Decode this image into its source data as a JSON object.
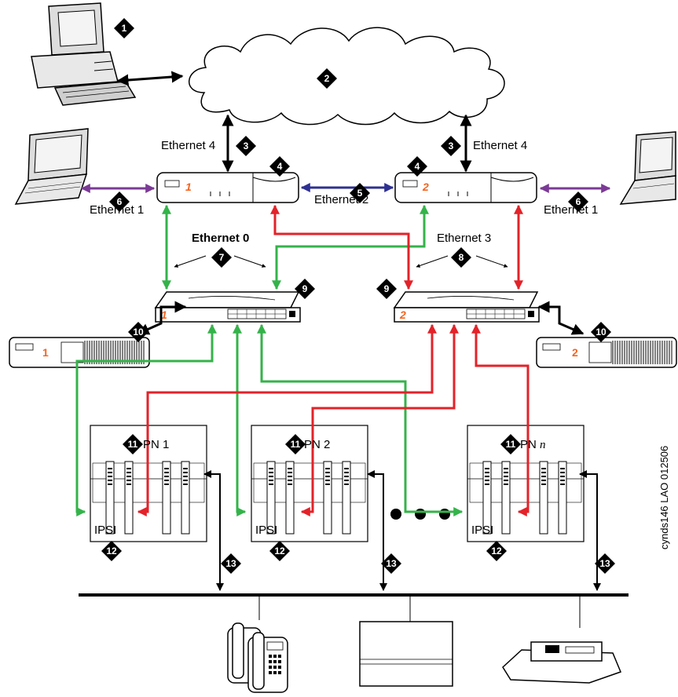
{
  "colors": {
    "green": "#34b34a",
    "red": "#e32229",
    "blue": "#2e3192",
    "purple": "#7b3a96",
    "orange": "#f26522",
    "black": "#000000"
  },
  "labels": {
    "ethernet4_left": "Ethernet 4",
    "ethernet4_right": "Ethernet 4",
    "ethernet1_left": "Ethernet 1",
    "ethernet1_right": "Ethernet 1",
    "ethernet2": "Ethernet 2",
    "ethernet0": "Ethernet 0",
    "ethernet3": "Ethernet 3",
    "ipsi1": "IPSI",
    "ipsi2": "IPSI",
    "ipsi3": "IPSI",
    "doc_id": "cynds146 LAO 012506"
  },
  "port_networks": [
    {
      "prefix": "PN ",
      "number": "1"
    },
    {
      "prefix": "PN ",
      "number": "2"
    },
    {
      "prefix": "PN ",
      "number": "n"
    }
  ],
  "unit_numbers": {
    "server1": "1",
    "server2": "2",
    "switch1": "1",
    "switch2": "2",
    "ups1": "1",
    "ups2": "2"
  },
  "callouts": [
    "1",
    "2",
    "3",
    "3",
    "4",
    "4",
    "5",
    "6",
    "6",
    "7",
    "8",
    "9",
    "9",
    "10",
    "10",
    "11",
    "11",
    "11",
    "12",
    "12",
    "12",
    "13",
    "13",
    "13"
  ],
  "icons": {
    "desktop": "desktop-computer-icon",
    "cloud": "network-cloud-icon",
    "laptop": "laptop-icon",
    "server": "media-server-icon",
    "switch": "ethernet-switch-icon",
    "ups": "ups-icon",
    "cabinet": "port-network-cabinet-icon",
    "phone": "telephone-icon",
    "terminal": "terminal-icon",
    "printer": "printer-icon"
  }
}
